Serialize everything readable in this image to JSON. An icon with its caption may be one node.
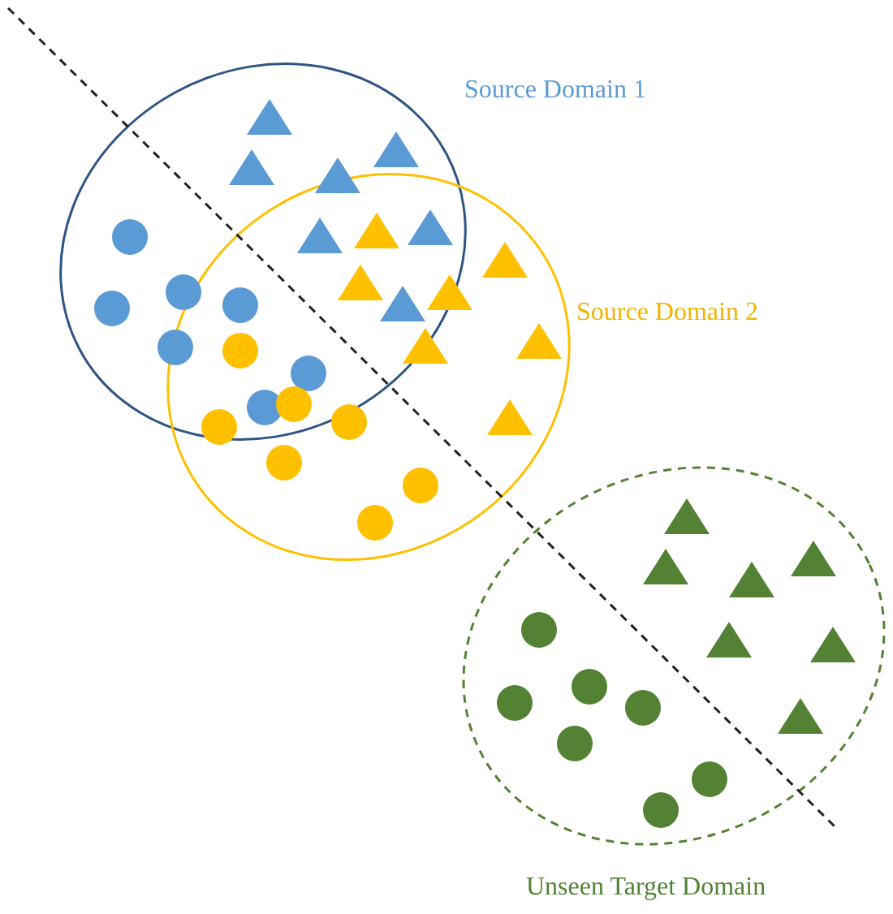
{
  "diagram": {
    "labels": [
      "Source Domain 1",
      "Source Domain 2",
      "Unseen Target Domain"
    ]
  }
}
